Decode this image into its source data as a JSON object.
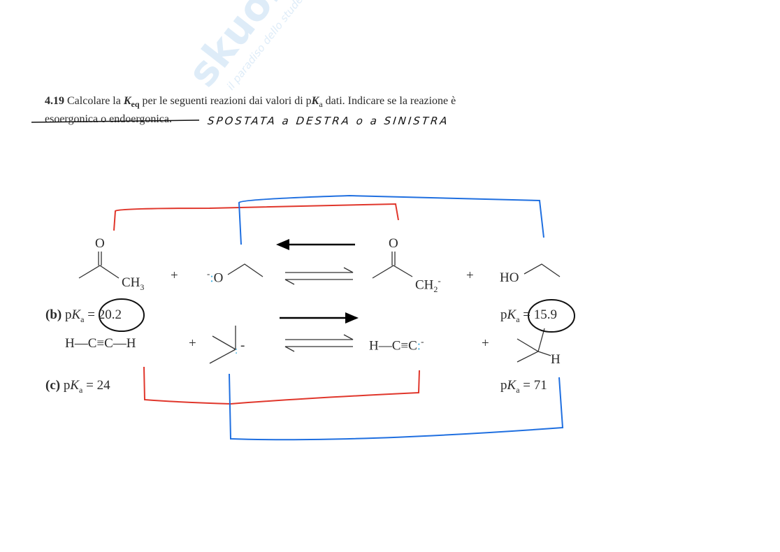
{
  "watermark": {
    "brand": "skuola.net",
    "tagline": "il paradiso dello studente"
  },
  "exercise": {
    "number": "4.19",
    "text_before_k": "Calcolare la",
    "k_symbol": "K",
    "k_subscript": "eq",
    "text_after_k": "per le seguenti reazioni dai valori di p",
    "pk_symbol": "K",
    "pk_subscript": "a",
    "text_end": "dati. Indicare se la reazione è",
    "struck_text": "esoergonica o endoergonica.",
    "handwritten_note": "SPOSTATA a DESTRA o a SINISTRA"
  },
  "reaction_b": {
    "label": "(b)",
    "reactant1": {
      "atom_o": "O",
      "group": "CH",
      "sub": "3"
    },
    "plus": "+",
    "reactant2": {
      "charge": "-",
      "atom": "O"
    },
    "product1": {
      "atom_o": "O",
      "group": "CH",
      "sub": "2",
      "charge": "-"
    },
    "product2": {
      "group": "HO"
    },
    "pka_left": "20.2",
    "pka_right": "15.9",
    "direction_arrow": "left"
  },
  "reaction_c": {
    "label": "(c)",
    "reactant1": "H—C≡C—H",
    "plus": "+",
    "reactant2_charge": "-",
    "product1": "H—C≡C",
    "product1_charge": "-",
    "product2_atom": "H",
    "pka_left": "24",
    "pka_right": "71",
    "direction_arrow": "right"
  },
  "pka_prefix": "p",
  "pka_k": "K",
  "pka_sub": "a",
  "equals": "=",
  "annotation_colors": {
    "red": "#e0362b",
    "blue": "#1f6fe0",
    "lone_pair": "#3fb0e0"
  }
}
